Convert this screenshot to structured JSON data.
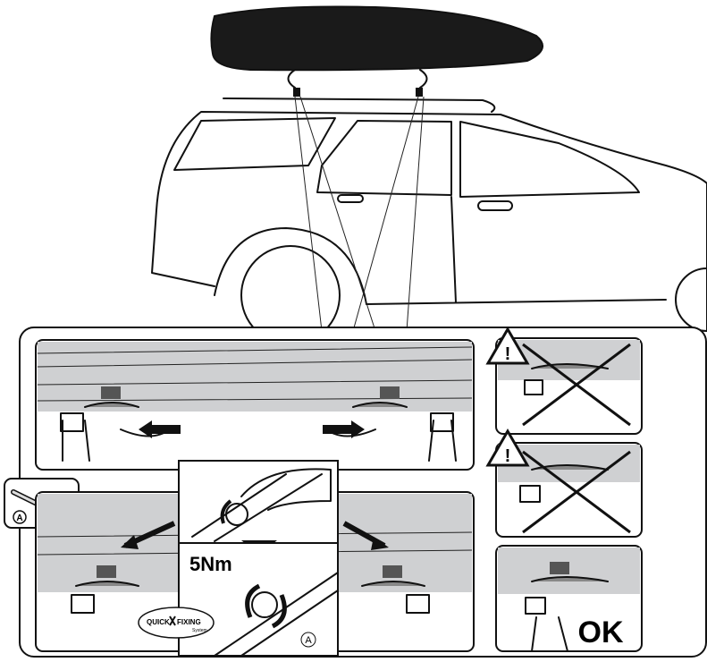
{
  "labels": {
    "part_a": "A",
    "part_a_inset": "A",
    "torque": "5Nm",
    "ok": "OK",
    "warning_1": "!",
    "warning_2": "!"
  },
  "logo": {
    "line1_left": "QUICK",
    "line1_right": "FIXING",
    "line2": "System"
  },
  "colors": {
    "rail_gray": "#cfd0d2",
    "line": "#111111"
  }
}
